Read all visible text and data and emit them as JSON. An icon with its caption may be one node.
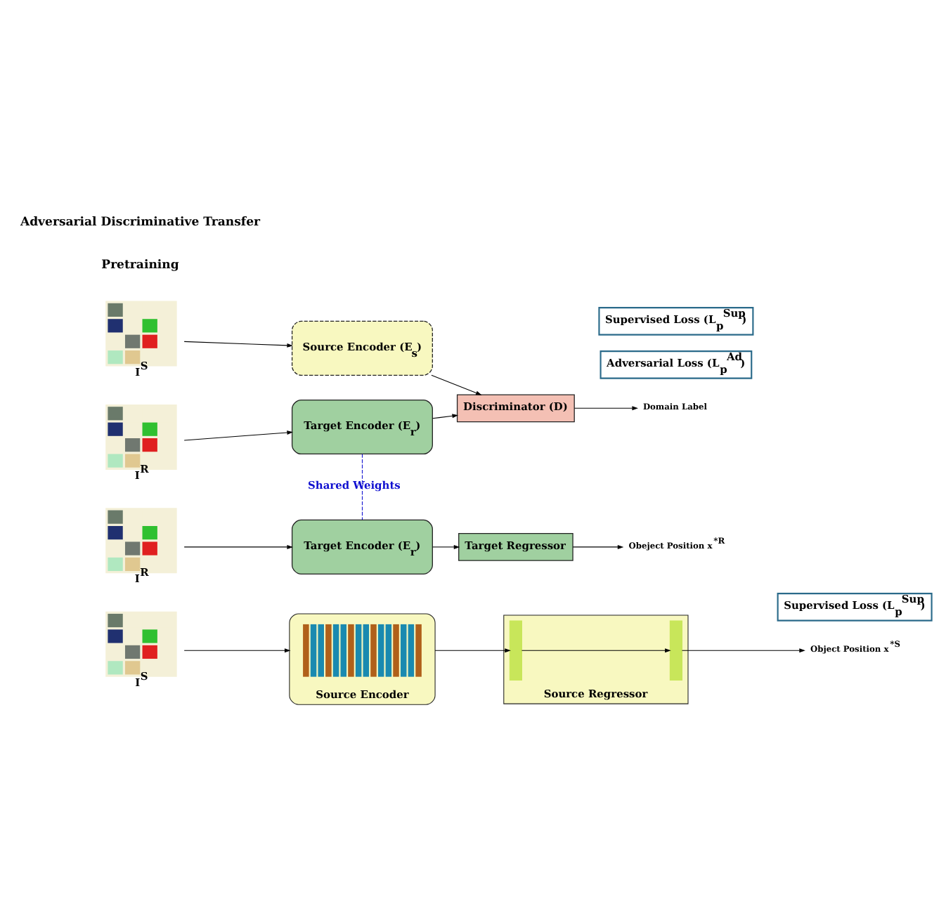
{
  "diagram": {
    "nodes": [
      {
        "text": [],
        "shape": "picture",
        "beside": [
          "I$^{S}$"
        ]
      },
      {
        "text": [
          "Source Encoder"
        ]
      },
      {
        "text": [],
        "shape": "picture",
        "in": 1
      },
      {
        "text": [
          "Source Regressor"
        ]
      },
      {
        "text": [],
        "shape": "bar",
        "in": 3
      },
      {
        "text": [],
        "shape": "bar",
        "in": 3
      },
      {
        "text": [
          "Object Position x$^{*S}$"
        ]
      },
      {
        "text": [
          "Supervised Loss (L$_{p}$$^{Sup}$)"
        ]
      },
      {
        "text": [],
        "shape": "picture",
        "beside": [
          "I$^{S}$"
        ]
      },
      {
        "text": [
          "Source Encoder (E$_{s}$)"
        ]
      },
      {
        "text": [],
        "shape": "picture",
        "beside": [
          "I$^{R}$"
        ]
      },
      {
        "text": [
          "Target Encoder (E$_{r}$)"
        ]
      },
      {
        "text": [
          "Discriminator (D)"
        ]
      },
      {
        "text": [
          "Domain Label"
        ]
      },
      {
        "text": [
          "Adversarial Loss (L$_{p}$$^{Ad}$)"
        ]
      },
      {
        "text": [],
        "shape": "picture",
        "beside": [
          "I$^{R}$"
        ]
      },
      {
        "text": [
          "Target Encoder (E$_{r}$)"
        ]
      },
      {
        "text": [
          "Target Regressor"
        ]
      },
      {
        "text": [
          "Obeject Position x$^{*R}$"
        ]
      },
      {
        "text": [
          "Supervised Loss (L$_{p}$$^{Sup}$)"
        ]
      }
    ],
    "edges": [
      {
        "from": 0,
        "to": 1,
        "arrow": "to"
      },
      {
        "from": 1,
        "to": 4,
        "arrow": "to"
      },
      {
        "from": 4,
        "to": 5,
        "arrow": "to"
      },
      {
        "from": 5,
        "to": 6,
        "arrow": "to"
      },
      {
        "from": 8,
        "to": 9,
        "arrow": "to"
      },
      {
        "from": 9,
        "to": 12,
        "arrow": "to"
      },
      {
        "from": 10,
        "to": 11,
        "arrow": "to"
      },
      {
        "from": 11,
        "to": 12,
        "arrow": "to"
      },
      {
        "from": 12,
        "to": 13,
        "arrow": "to"
      },
      {
        "from": 15,
        "to": 16,
        "arrow": "to"
      },
      {
        "from": 16,
        "to": 17,
        "arrow": "to"
      },
      {
        "from": 17,
        "to": 18,
        "arrow": "to"
      },
      {
        "from": 11,
        "to": 16,
        "arrow": "none",
        "label": "Shared Weights",
        "style": "dashed",
        "color": "#1010d0"
      }
    ],
    "labels": [
      "Pretraining",
      "Adversarial Discriminative Transfer"
    ]
  }
}
